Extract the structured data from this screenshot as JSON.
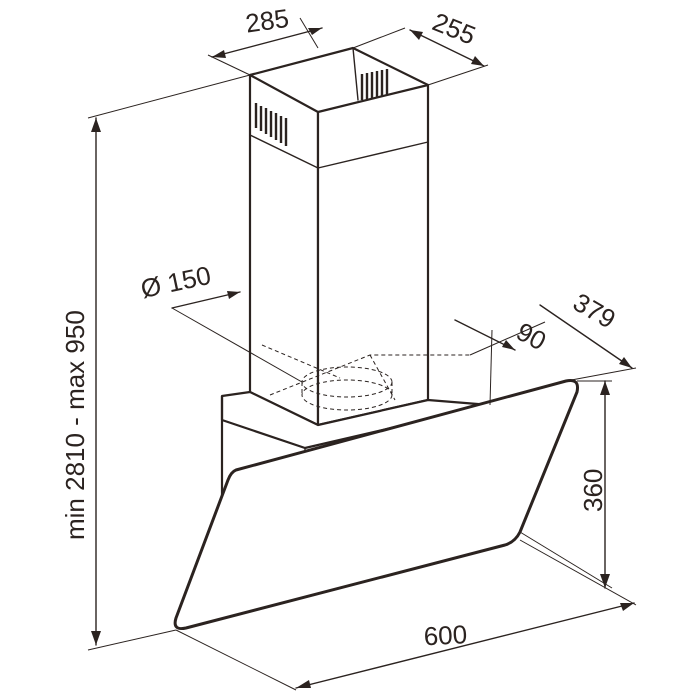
{
  "dimensions": {
    "chimney_width": "285",
    "chimney_depth": "255",
    "duct_diameter": "Ø 150",
    "duct_offset": "90",
    "hood_depth": "379",
    "hood_glass_height": "360",
    "hood_width": "600",
    "total_height": "min 2810 - max 950"
  },
  "colors": {
    "line": "#2b2320",
    "background": "#ffffff"
  }
}
